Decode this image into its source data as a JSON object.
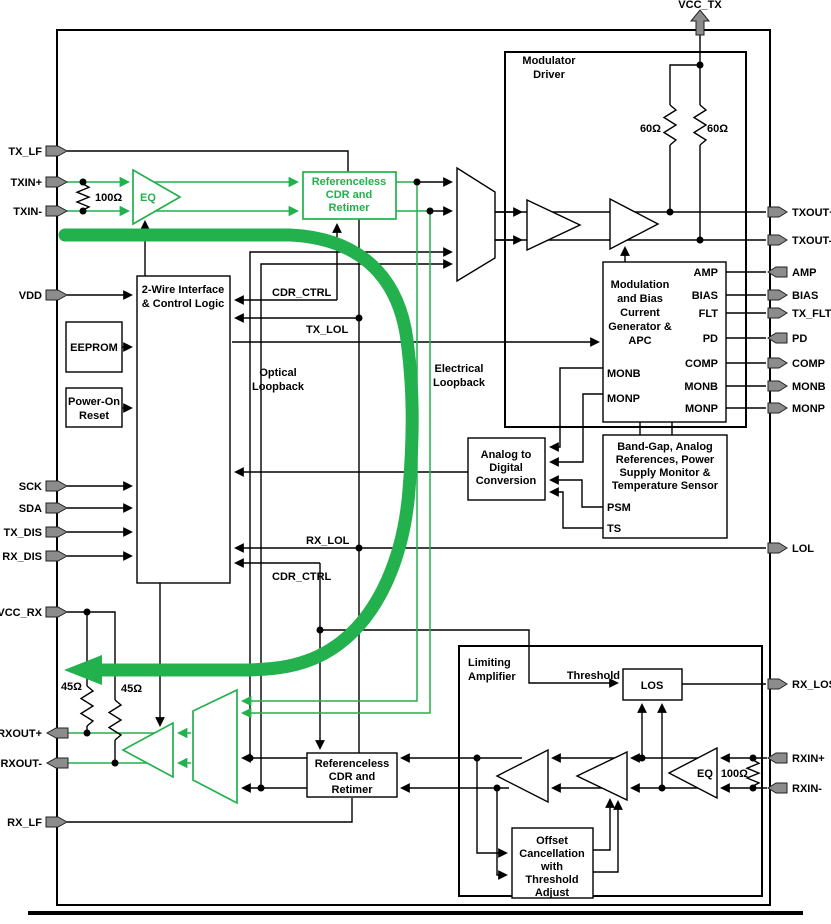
{
  "pins": {
    "vcc_tx": "VCC_TX",
    "tx_lf": "TX_LF",
    "txin_p": "TXIN+",
    "txin_n": "TXIN-",
    "vdd": "VDD",
    "sck": "SCK",
    "sda": "SDA",
    "tx_dis": "TX_DIS",
    "rx_dis": "RX_DIS",
    "vcc_rx": "VCC_RX",
    "rxout_p": "RXOUT+",
    "rxout_n": "RXOUT-",
    "rx_lf": "RX_LF",
    "txout_p": "TXOUT+",
    "txout_n": "TXOUT-",
    "amp": "AMP",
    "bias": "BIAS",
    "tx_flt": "TX_FLT",
    "pd": "PD",
    "comp": "COMP",
    "monb": "MONB",
    "monp": "MONP",
    "lol": "LOL",
    "rx_los": "RX_LOS",
    "rxin_p": "RXIN+",
    "rxin_n": "RXIN-"
  },
  "blocks": {
    "modulator_driver": [
      "Modulator",
      "Driver"
    ],
    "cdr": [
      "Referenceless",
      "CDR and",
      "Retimer"
    ],
    "control": [
      "2-Wire Interface",
      "& Control Logic"
    ],
    "eeprom": "EEPROM",
    "por": [
      "Power-On",
      "Reset"
    ],
    "modulation": [
      "Modulation",
      "and Bias",
      "Current",
      "Generator &",
      "APC"
    ],
    "adc": [
      "Analog to",
      "Digital",
      "Conversion"
    ],
    "bandgap": [
      "Band-Gap, Analog",
      "References, Power",
      "Supply Monitor &",
      "Temperature Sensor"
    ],
    "limiting": [
      "Limiting",
      "Amplifier"
    ],
    "los": "LOS",
    "offset": [
      "Offset",
      "Cancellation",
      "with",
      "Threshold",
      "Adjust"
    ]
  },
  "port_labels": {
    "amp": "AMP",
    "bias": "BIAS",
    "flt": "FLT",
    "pd": "PD",
    "comp": "COMP",
    "monb": "MONB",
    "monp": "MONP",
    "psm": "PSM",
    "ts": "TS"
  },
  "signals": {
    "cdr_ctrl": "CDR_CTRL",
    "tx_lol": "TX_LOL",
    "rx_lol": "RX_LOL",
    "threshold": "Threshold",
    "eq": "EQ",
    "optical": [
      "Optical",
      "Loopback"
    ],
    "electrical": [
      "Electrical",
      "Loopback"
    ]
  },
  "components": {
    "r60": "60Ω",
    "r100": "100Ω",
    "r45": "45Ω"
  },
  "colors": {
    "green": "#22b14c",
    "pin": "#8c8c8c",
    "wire": "#000000"
  }
}
